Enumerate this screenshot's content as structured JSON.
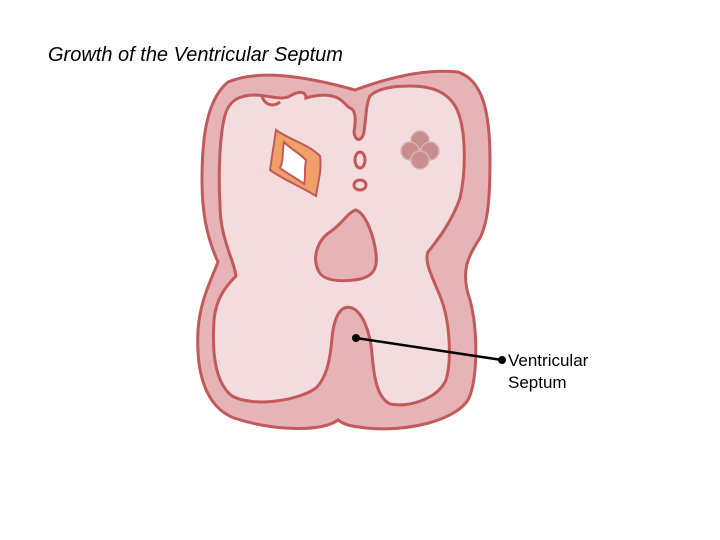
{
  "title": "Growth of the Ventricular Septum",
  "callout": {
    "line1": "Ventricular",
    "line2": "Septum"
  },
  "colors": {
    "outer_wall": "#e6b3b6",
    "inner_chamber": "#f2dcdd",
    "outline": "#c25a5c",
    "valve_orange": "#f0a066",
    "valve_clover": "#c88e8e",
    "leader_line": "#000000"
  }
}
